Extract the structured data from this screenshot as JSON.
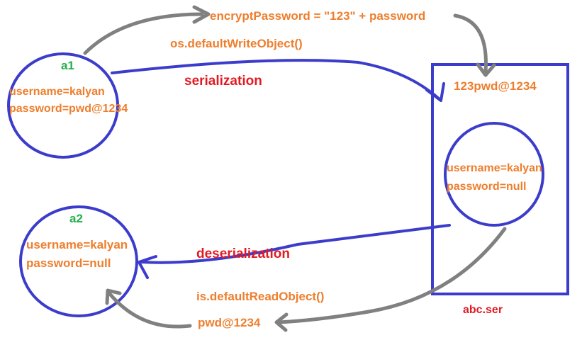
{
  "object_a1": {
    "name": "a1",
    "username_line": "username=kalyan",
    "password_line": "password=pwd@1234"
  },
  "object_a2": {
    "name": "a2",
    "username_line": "username=kalyan",
    "password_line": "password=null"
  },
  "file_box": {
    "filename": "abc.ser",
    "encrypted_value": "123pwd@1234",
    "username_line": "username=kalyan",
    "password_line": "password=null"
  },
  "annotations": {
    "encrypt_formula": "encryptPassword = \"123\" + password",
    "write_method": "os.defaultWriteObject()",
    "serialization": "serialization",
    "deserialization": "deserialization",
    "read_method": "is.defaultReadObject()",
    "decrypted_value": "pwd@1234"
  },
  "colors": {
    "circle_stroke": "#3c3ccc",
    "arrow_gray": "#808080",
    "text_orange": "#ee7e2d",
    "text_green": "#22b04c",
    "text_red": "#e21b23"
  }
}
